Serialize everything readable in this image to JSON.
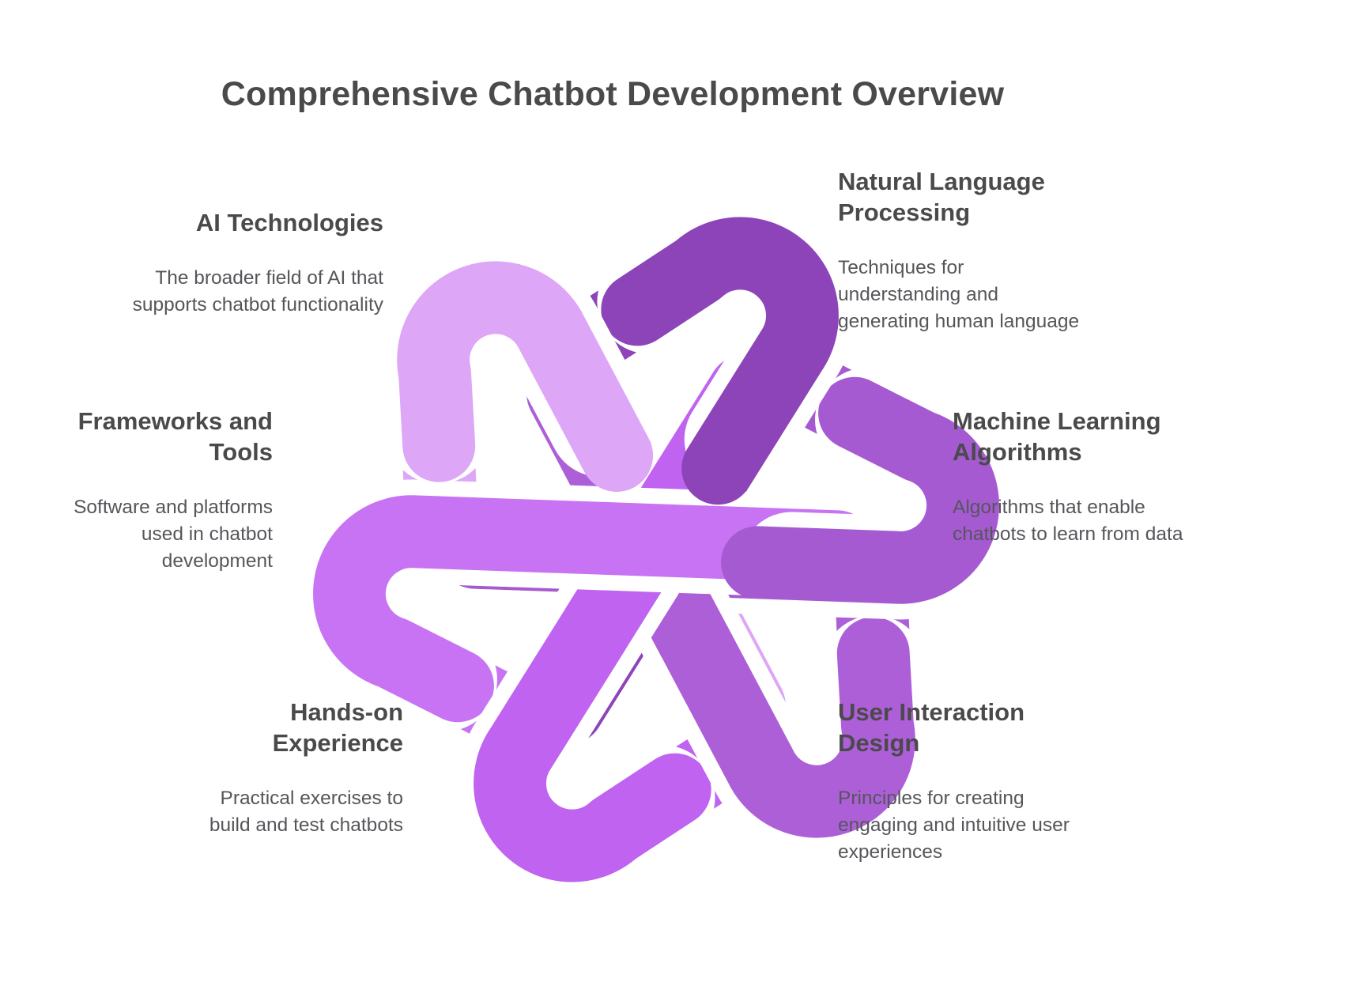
{
  "title": "Comprehensive Chatbot Development Overview",
  "items": [
    {
      "id": "ai-technologies",
      "heading": "AI Technologies",
      "description": "The broader field of AI that supports chatbot functionality",
      "color": "#dda6f6"
    },
    {
      "id": "natural-language-processing",
      "heading": "Natural Language Processing",
      "description": "Techniques for understanding and generating human language",
      "color": "#8d44b8"
    },
    {
      "id": "frameworks-and-tools",
      "heading": "Frameworks and Tools",
      "description": "Software and platforms used in chatbot development",
      "color": "#c873f3"
    },
    {
      "id": "machine-learning-algorithms",
      "heading": "Machine Learning Algorithms",
      "description": "Algorithms that enable chatbots to learn from data",
      "color": "#a55ad2"
    },
    {
      "id": "hands-on-experience",
      "heading": "Hands-on Experience",
      "description": "Practical exercises to build and test chatbots",
      "color": "#bf63f0"
    },
    {
      "id": "user-interaction-design",
      "heading": "User Interaction Design",
      "description": "Principles for creating engaging and intuitive user experiences",
      "color": "#ad5fd8"
    }
  ],
  "knot": {
    "background": "#ffffff"
  }
}
